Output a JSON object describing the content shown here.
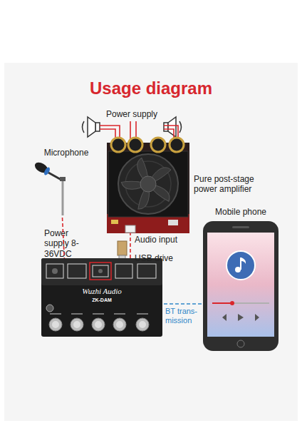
{
  "diagram": {
    "title": "Usage diagram",
    "nodes": [
      {
        "text": [
          "Pure post-stage power amplifier"
        ]
      },
      {
        "text": [
          "Microphone"
        ]
      },
      {
        "text": [
          "Mobile phone"
        ]
      },
      {
        "text": [
          "Wuzhi Audio",
          "ZK-DAM"
        ]
      }
    ],
    "edges": [
      {
        "from": 1,
        "to": 3,
        "arrow": "none"
      },
      {
        "from": 3,
        "to": 0,
        "label": "Audio input",
        "arrow": "none"
      },
      {
        "from": 2,
        "to": 3,
        "label": "BT trans- mission",
        "arrow": "none"
      }
    ],
    "labels": [
      "Power supply",
      "Power supply 8-36VDC",
      "USB drive"
    ]
  }
}
